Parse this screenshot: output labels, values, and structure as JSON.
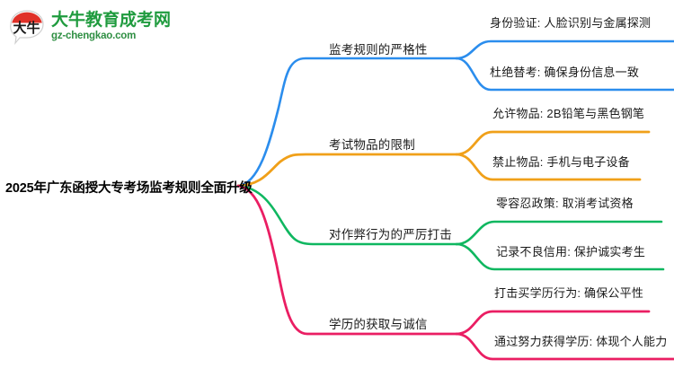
{
  "logo": {
    "mark_text": "大牛",
    "title": "大牛教育成考网",
    "domain": "gz-chengkao.com",
    "brand_green": "#1f9b3e",
    "brand_red": "#e03128"
  },
  "mindmap": {
    "type": "mindmap",
    "root": "2025年广东函授大专考场监考规则全面升级",
    "branches": [
      {
        "label": "监考规则的严格性",
        "color": "#2b8ded",
        "children": [
          "身份验证: 人脸识别与金属探测",
          "杜绝替考: 确保身份信息一致"
        ]
      },
      {
        "label": "考试物品的限制",
        "color": "#f0a019",
        "children": [
          "允许物品: 2B铅笔与黑色钢笔",
          "禁止物品: 手机与电子设备"
        ]
      },
      {
        "label": "对作弊行为的严厉打击",
        "color": "#0fb760",
        "children": [
          "零容忍政策: 取消考试资格",
          "记录不良信用: 保护诚实考生"
        ]
      },
      {
        "label": "学历的获取与诚信",
        "color": "#ea1e63",
        "children": [
          "打击买学历行为: 确保公平性",
          "通过努力获得学历: 体现个人能力"
        ]
      }
    ]
  }
}
